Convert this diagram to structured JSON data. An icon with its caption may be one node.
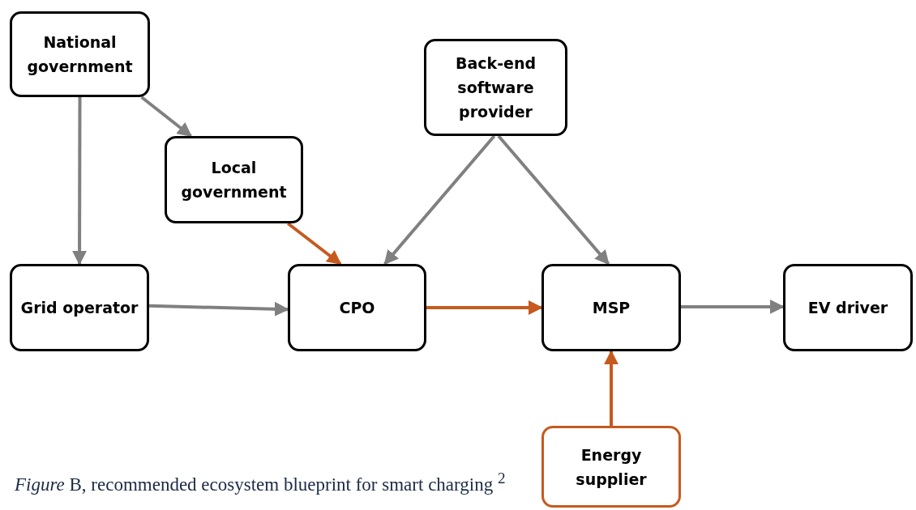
{
  "diagram": {
    "caption": "*Figure* B, recommended ecosystem blueprint for smart charging $^{2}$",
    "nodes": [
      {
        "text": [
          "National government"
        ]
      },
      {
        "text": [
          "Local government"
        ]
      },
      {
        "text": [
          "Back-end software provider"
        ]
      },
      {
        "text": [
          "Grid operator"
        ]
      },
      {
        "text": [
          "CPO"
        ]
      },
      {
        "text": [
          "MSP"
        ]
      },
      {
        "text": [
          "EV driver"
        ]
      },
      {
        "text": [
          "Energy supplier"
        ]
      }
    ],
    "edges": [
      {
        "from": 0,
        "to": 3,
        "arrow": "to"
      },
      {
        "from": 0,
        "to": 1,
        "arrow": "to"
      },
      {
        "from": 1,
        "to": 4,
        "arrow": "to",
        "color": "#c65a1e"
      },
      {
        "from": 2,
        "to": 4,
        "arrow": "to"
      },
      {
        "from": 2,
        "to": 5,
        "arrow": "to"
      },
      {
        "from": 3,
        "to": 4,
        "arrow": "to"
      },
      {
        "from": 4,
        "to": 5,
        "arrow": "to",
        "color": "#c65a1e"
      },
      {
        "from": 5,
        "to": 6,
        "arrow": "to"
      },
      {
        "from": 7,
        "to": 5,
        "arrow": "to",
        "color": "#c65a1e"
      }
    ]
  }
}
